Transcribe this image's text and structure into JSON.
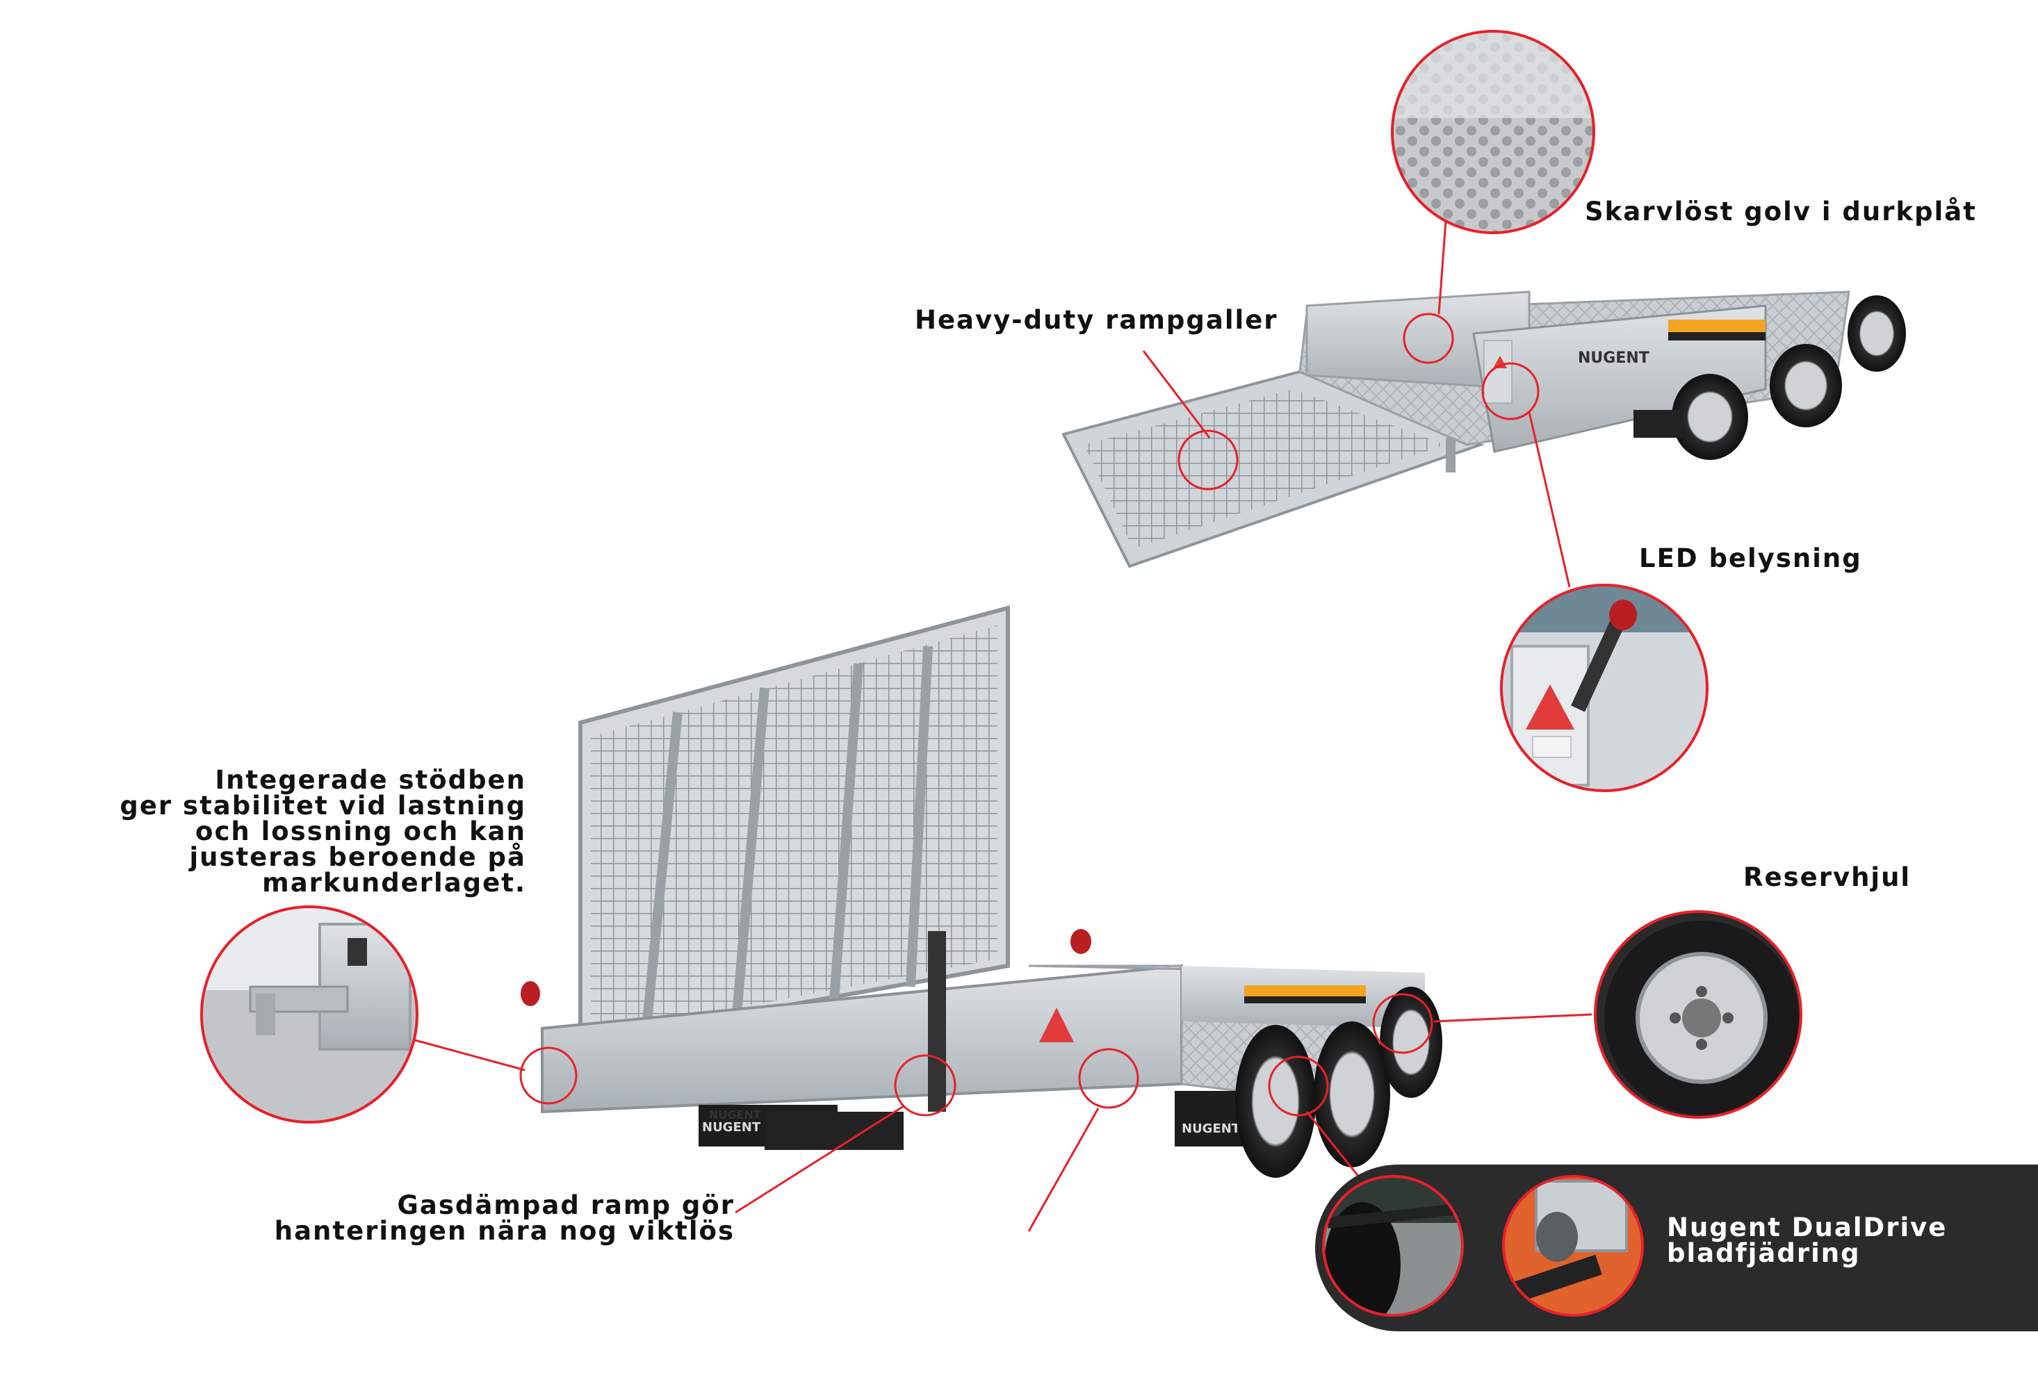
{
  "image": {
    "description_colors": {
      "accent": "#e8202a",
      "panel": "#2b2b2b",
      "galvanized": "#c9cfd3"
    }
  },
  "callouts": {
    "floor": "Skarvlöst golv i durkplåt",
    "ramp_grid": "Heavy-duty rampgaller",
    "led": "LED belysning",
    "support_legs": "Integerade stödben\nger stabilitet vid lastning\noch lossning och kan\njusteras beroende på\nmarkunderlaget.",
    "spare_wheel": "Reservhjul",
    "gas_ramp": "Gasdämpad ramp gör\nhanteringen nära nog viktlös",
    "suspension": "Nugent DualDrive\nbladfjädring"
  },
  "branding": {
    "trailer_brand_rear": "NUGENT",
    "trailer_brand_top": "NUGENT",
    "mudflap_brand_1": "NUGENT",
    "mudflap_brand_2": "NUGENT"
  }
}
